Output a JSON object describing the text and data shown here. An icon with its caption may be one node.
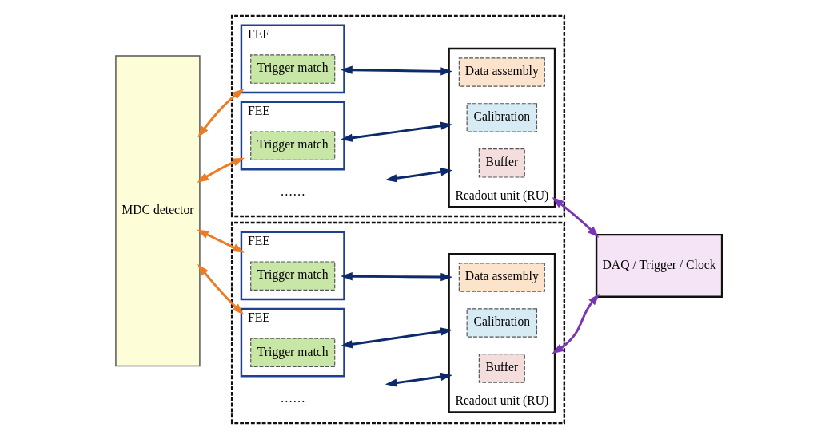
{
  "diagram": {
    "nodes": [
      {
        "text": [
          "MDC detector"
        ]
      },
      {
        "text": [],
        "shape": "box"
      },
      {
        "text": [
          "FEE"
        ],
        "in": 1
      },
      {
        "text": [
          "Trigger match"
        ],
        "in": 2
      },
      {
        "text": [
          "Readout unit (RU)"
        ],
        "in": 1
      },
      {
        "text": [
          "Data assembly"
        ],
        "in": 4
      },
      {
        "text": [
          "Buffer"
        ],
        "in": 4
      },
      {
        "text": [
          "Calibration"
        ],
        "in": 4
      },
      {
        "text": [
          "FEE"
        ],
        "in": 1
      },
      {
        "text": [
          "Trigger match"
        ],
        "in": 8
      },
      {
        "text": [
          "DAQ / Trigger / Clock"
        ]
      },
      {
        "text": [],
        "shape": "box"
      },
      {
        "text": [
          "FEE"
        ],
        "in": 11
      },
      {
        "text": [
          "Trigger match"
        ],
        "in": 12
      },
      {
        "text": [
          "Readout unit (RU)"
        ],
        "in": 11
      },
      {
        "text": [
          "Data assembly"
        ],
        "in": 14
      },
      {
        "text": [
          "Buffer"
        ],
        "in": 14
      },
      {
        "text": [
          "Calibration"
        ],
        "in": 14
      },
      {
        "text": [
          "FEE"
        ],
        "in": 11
      },
      {
        "text": [
          "Trigger match"
        ],
        "in": 18
      }
    ],
    "edges": [
      {
        "from": 0,
        "to": 2,
        "arrow": "both",
        "color": "#ee7a22"
      },
      {
        "from": 0,
        "to": 8,
        "arrow": "both",
        "color": "#ee7a22"
      },
      {
        "from": 0,
        "to": 12,
        "arrow": "both",
        "color": "#ee7a22"
      },
      {
        "from": 0,
        "to": 18,
        "arrow": "both",
        "color": "#ee7a22"
      },
      {
        "from": 2,
        "to": 4,
        "arrow": "both",
        "color": "#0d2a6b"
      },
      {
        "from": null,
        "to": 4,
        "arrow": "both",
        "color": "#0d2a6b"
      },
      {
        "from": 8,
        "to": 4,
        "arrow": "both",
        "color": "#0d2a6b"
      },
      {
        "from": 12,
        "to": 14,
        "arrow": "both",
        "color": "#0d2a6b"
      },
      {
        "from": null,
        "to": 14,
        "arrow": "both",
        "color": "#0d2a6b"
      },
      {
        "from": 18,
        "to": 14,
        "arrow": "both",
        "color": "#0d2a6b"
      },
      {
        "from": 10,
        "to": 4,
        "arrow": "both",
        "color": "#7a35b5"
      },
      {
        "from": 10,
        "to": 14,
        "arrow": "both",
        "color": "#7a35b5"
      }
    ],
    "labels": [
      "……",
      "……"
    ]
  }
}
